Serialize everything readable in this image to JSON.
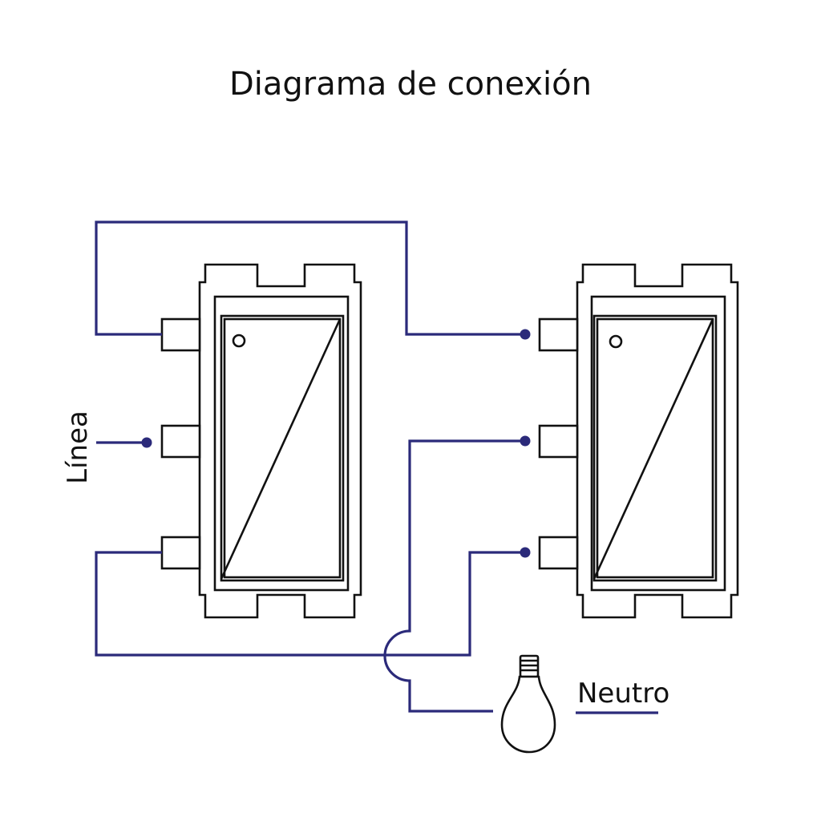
{
  "title": "Diagrama de conexión",
  "labels": {
    "line": "Línea",
    "neutral": "Neutro"
  },
  "colors": {
    "wire": "#2b2a7a",
    "outline": "#111111",
    "background": "#ffffff"
  },
  "icons": {
    "switch": "three-way-switch-icon",
    "bulb": "light-bulb-icon"
  }
}
